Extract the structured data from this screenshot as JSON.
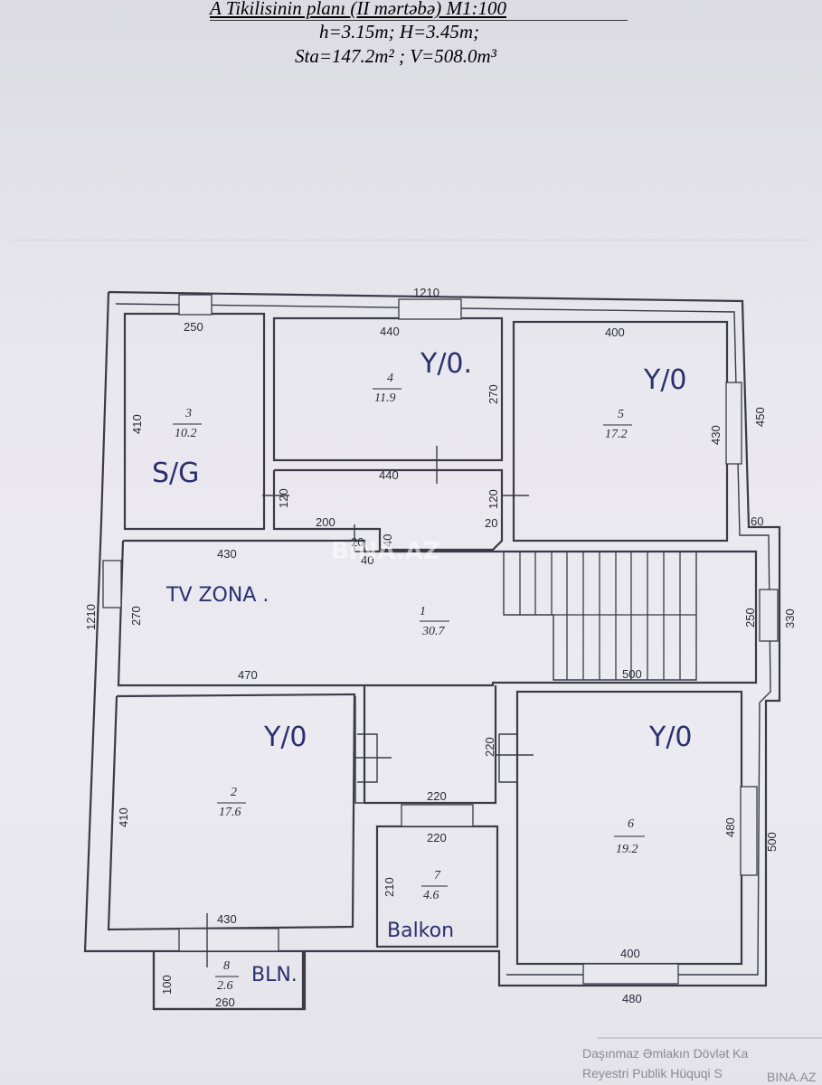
{
  "header": {
    "title": "A Tikilisinin planı (II mərtəbə) M1:100",
    "heights": "h=3.15m; H=3.45m;",
    "area_volume": "Sta=147.2m² ; V=508.0m³"
  },
  "rooms": [
    {
      "num": "1",
      "area": "30.7"
    },
    {
      "num": "2",
      "area": "17.6"
    },
    {
      "num": "3",
      "area": "10.2"
    },
    {
      "num": "4",
      "area": "11.9"
    },
    {
      "num": "5",
      "area": "17.2"
    },
    {
      "num": "6",
      "area": "19.2"
    },
    {
      "num": "7",
      "area": "4.6"
    },
    {
      "num": "8",
      "area": "2.6"
    }
  ],
  "dimensions": {
    "top_overall": "1210",
    "left_overall": "1210",
    "r3_top": "250",
    "r3_left": "410",
    "r4_top": "440",
    "r4_right": "270",
    "r4_bottom": "440",
    "r5_top": "400",
    "r5_inner": "430",
    "r5_outer": "450",
    "hall_left": "120",
    "hall_right": "120",
    "hall_small1": "200",
    "hall_small2": "20",
    "hall_small3": "40",
    "hall_small4": "40",
    "hall_small5": "20",
    "hall_small6": "60",
    "r1_top": "430",
    "r1_left": "270",
    "r1_bottom": "470",
    "stair_bottom": "500",
    "stair_right": "250",
    "outer_right_mid": "330",
    "r2_left": "410",
    "r2_bottom": "430",
    "corr_width": "220",
    "corr_left": "220",
    "r7_top": "220",
    "r7_left": "210",
    "r6_right": "480",
    "r6_outer": "500",
    "r6_bottom": "400",
    "r6_outer_bottom": "480",
    "r8_left": "100",
    "r8_bottom": "260"
  },
  "handwriting": {
    "r4": "Y/0.",
    "r5": "Y/0",
    "r3": "S/G",
    "r1": "TV ZONA .",
    "r2": "Y/0",
    "r6": "Y/0",
    "r7": "Balkon",
    "r8": "BLN."
  },
  "watermark": "BINA.AZ",
  "stamp": {
    "line1": "Daşınmaz Əmlakın Dövlət Ka",
    "line2": "Reyestri Publik Hüquqi S",
    "corner": "BINA.AZ"
  }
}
